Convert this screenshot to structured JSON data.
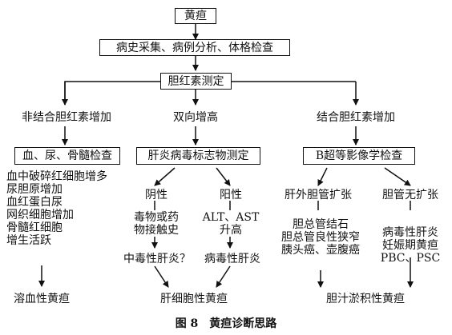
{
  "nodes": {
    "root": "黄疸",
    "history": "病史采集、病例分析、体格检查",
    "bilirubin": "胆红素测定",
    "unconj": "非结合胆红素增加",
    "both": "双向增高",
    "conj": "结合胆红素增加",
    "blood_test": "血、尿、骨髓检查",
    "hepatitis_markers": "肝炎病毒标志物测定",
    "imaging": "B超等影像学检查",
    "negative": "阴性",
    "positive": "阳性",
    "extra_dilated": "肝外胆管扩张",
    "not_dilated": "胆管无扩张",
    "toxic_hepatitis": "中毒性肝炎？",
    "viral_hepatitis": "病毒性肝炎",
    "hemolytic": "溶血性黄疸",
    "hepatocellular": "肝细胞性黄疸",
    "cholestatic": "胆汁淤积性黄疸"
  },
  "lists": {
    "hemolysis_signs": [
      "血中破碎红细胞增多",
      "尿胆原增加",
      "血红蛋白尿",
      "网织细胞增加",
      "骨髓红细胞",
      "增生活跃"
    ],
    "toxin_contact": [
      "毒物或药",
      "物接触史"
    ],
    "enzymes": [
      "ALT、AST",
      "升高"
    ],
    "obstruction_causes": [
      "胆总管结石",
      "胆总管良性狭窄",
      "胰头癌、壶腹癌"
    ],
    "intrahepatic_causes": [
      "病毒性肝炎",
      "妊娠期黄疸",
      "PBC、PSC"
    ]
  },
  "caption": "图 8　黄疸诊断思路",
  "colors": {
    "ink": "#111111",
    "background": "#ffffff"
  }
}
